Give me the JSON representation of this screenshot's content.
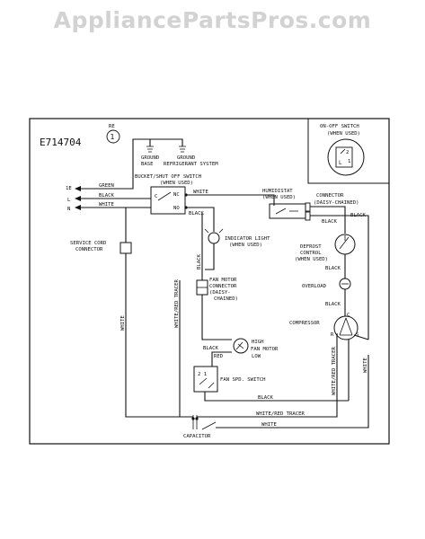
{
  "watermark": "AppliancePartsPros.com",
  "diagram": {
    "model_code": "E714704",
    "circle_label": "①",
    "circle_caption": "RE",
    "on_off_switch": {
      "line1": "ON-OFF SWITCH",
      "line2": "(WHEN USED)",
      "pos1": "1",
      "pos2": "2",
      "pos_l": "L"
    },
    "ground_base": {
      "line1": "GROUND",
      "line2": "BASE"
    },
    "ground_refrig": {
      "line1": "GROUND",
      "line2": "REFRIGERANT SYSTEM"
    },
    "bucket_switch": {
      "line1": "BUCKET/SHUT OFF SWITCH",
      "line2": "(WHEN USED)",
      "c": "C",
      "nc": "NC",
      "no": "NO"
    },
    "humidistat": {
      "line1": "HUMIDISTAT",
      "line2": "(WHEN USED)"
    },
    "connector_top": {
      "line1": "CONNECTOR",
      "line2": "(DAISY-CHAINED)"
    },
    "indicator": {
      "line1": "INDICATOR LIGHT",
      "line2": "(WHEN USED)"
    },
    "defrost": {
      "line1": "DEFROST",
      "line2": "CONTROL",
      "line3": "(WHEN USED)"
    },
    "overload": "OVERLOAD",
    "compressor": {
      "label": "COMPRESSOR",
      "c": "C",
      "r": "R",
      "s": "S"
    },
    "fan_motor_connector": {
      "line1": "FAN MOTOR",
      "line2": "CONNECTOR",
      "line3": "(DAISY-",
      "line4": "CHAINED)"
    },
    "fan_motor": {
      "high": "HIGH",
      "name": "FAN MOTOR",
      "low": "LOW"
    },
    "fan_speed_switch": "FAN SPD. SWITCH",
    "service_cord": {
      "line1": "SERVICE CORD",
      "line2": "CONNECTOR"
    },
    "capacitor": "CAPACITOR",
    "cord_marks": {
      "green": "1E",
      "black": "L",
      "white": "N"
    },
    "wires": {
      "green": "GREEN",
      "black": "BLACK",
      "white": "WHITE",
      "white_red_tracer": "WHITE/RED TRACER",
      "red": "RED"
    }
  }
}
